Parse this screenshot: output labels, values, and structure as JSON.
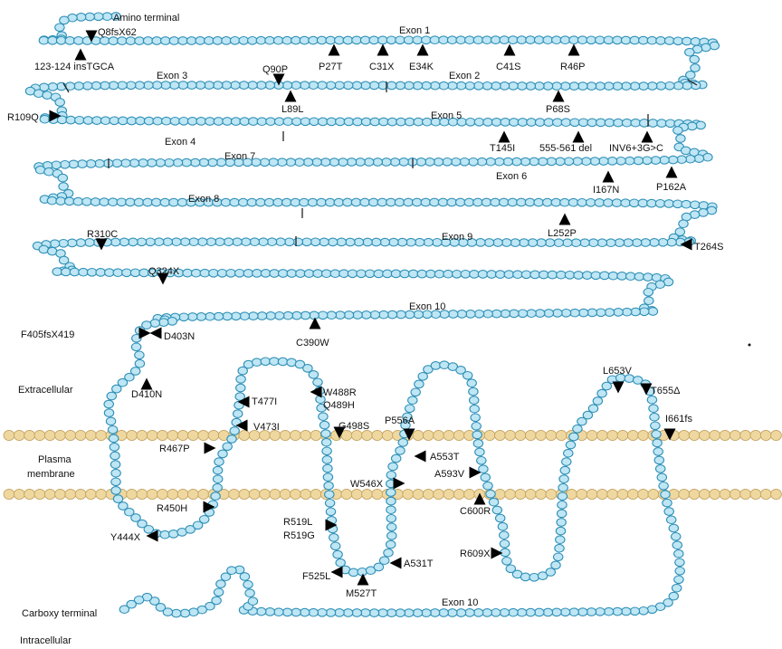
{
  "colors": {
    "residue_fill": "#bfe6f4",
    "residue_stroke": "#2e8fb6",
    "membrane_fill": "#efd8a0",
    "membrane_stroke": "#c4a35f",
    "marker": "#000000",
    "text": "#111111"
  },
  "regions": {
    "amino": "Amino terminal",
    "carboxy": "Carboxy terminal",
    "extracellular": "Extracellular",
    "membrane_1": "Plasma",
    "membrane_2": "membrane",
    "intracellular": "Intracellular"
  },
  "exons": [
    "Exon 1",
    "Exon 2",
    "Exon 3",
    "Exon 4",
    "Exon 5",
    "Exon 6",
    "Exon 7",
    "Exon 8",
    "Exon 9",
    "Exon 10",
    "Exon 10"
  ],
  "mutations": [
    "Q8fsX62",
    "123-124 insTGCA",
    "P27T",
    "C31X",
    "E34K",
    "C41S",
    "R46P",
    "Q90P",
    "L89L",
    "P68S",
    "R109Q",
    "T145I",
    "555-561 del",
    "INV6+3G>C",
    "I167N",
    "P162A",
    "L252P",
    "R310C",
    "T264S",
    "Q324X",
    "F405fsX419",
    "D403N",
    "C390W",
    "D410N",
    "T477I",
    "W488R",
    "Q489H",
    "V473I",
    "R467P",
    "G498S",
    "P556A",
    "A553T",
    "A593V",
    "W546X",
    "C600R",
    "R450H",
    "Y444X",
    "R519L",
    "R519G",
    "F525L",
    "M527T",
    "A531T",
    "R609X",
    "L653V",
    "T655Δ",
    "I661fs"
  ]
}
